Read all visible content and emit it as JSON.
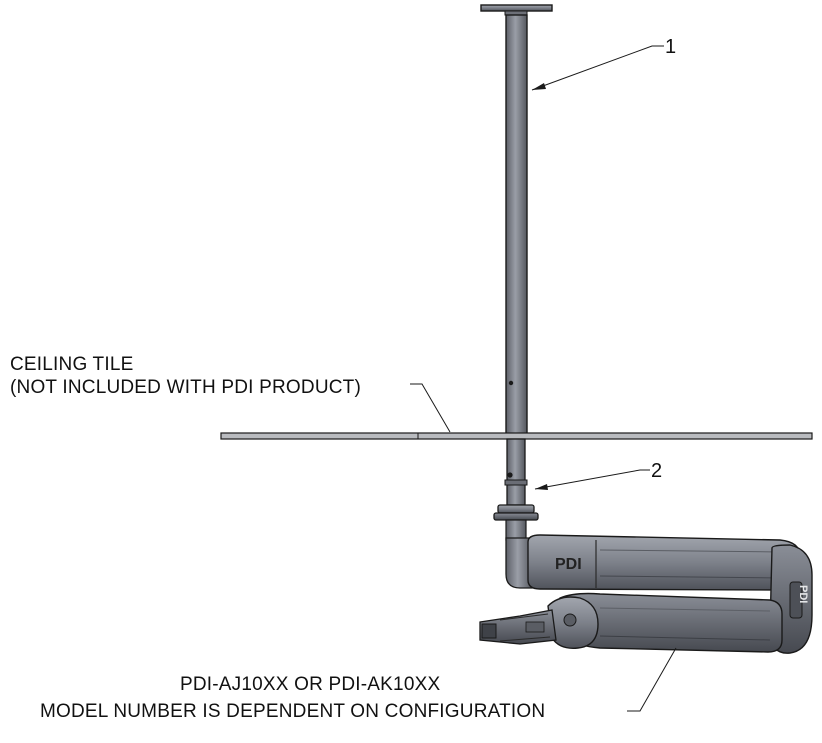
{
  "callouts": {
    "item_1": "1",
    "item_2": "2"
  },
  "labels": {
    "ceiling_tile_line1": "CEILING TILE",
    "ceiling_tile_line2": "(NOT INCLUDED WITH PDI PRODUCT)",
    "model_line1": "PDI-AJ10XX OR PDI-AK10XX",
    "model_line2": "MODEL NUMBER IS DEPENDENT ON CONFIGURATION"
  },
  "branding": {
    "arm_logo": "PDI",
    "end_logo": "PDI"
  },
  "colors": {
    "metal": "#8f939c",
    "metal_dark": "#4a4d54",
    "outline": "#1a1a1a",
    "tile": "#b9bbbf"
  }
}
